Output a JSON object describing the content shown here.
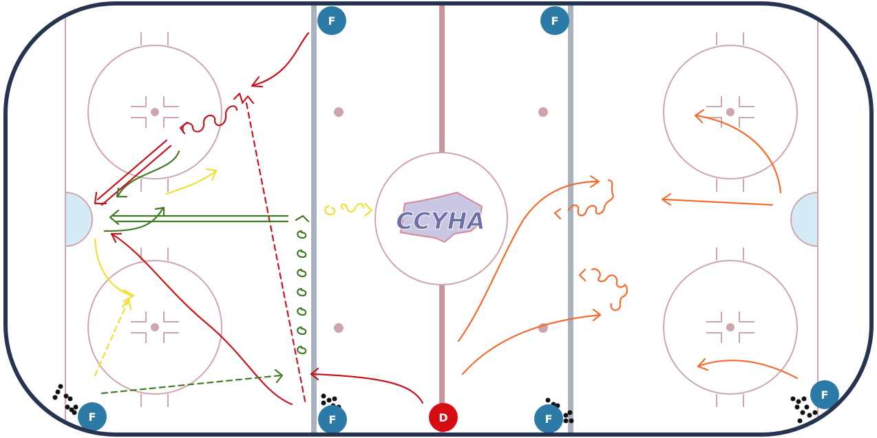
{
  "diagram": {
    "logo_text": "CCYHA",
    "colors": {
      "boards": "#26344f",
      "rink_lines": "#cfa4aa",
      "blue_line": "#a9b3bf",
      "red_line": "#c8959a",
      "crease": "#d4ebf6",
      "player_f": "#2b7ba6",
      "player_d": "#d50d12",
      "player_text": "#ffffff",
      "path_red": "#c5121b",
      "path_green": "#3f7a20",
      "path_yellow": "#f0df2c",
      "path_orange": "#f46a2a",
      "puck": "#111111"
    },
    "players": [
      {
        "id": "f-top-left-blue",
        "label": "F",
        "role": "forward"
      },
      {
        "id": "f-top-right-blue",
        "label": "F",
        "role": "forward"
      },
      {
        "id": "f-bottom-left-corner",
        "label": "F",
        "role": "forward"
      },
      {
        "id": "f-bottom-left-blue",
        "label": "F",
        "role": "forward"
      },
      {
        "id": "d-bottom-center",
        "label": "D",
        "role": "defense"
      },
      {
        "id": "f-bottom-right-blue",
        "label": "F",
        "role": "forward"
      },
      {
        "id": "f-bottom-right-corner",
        "label": "F",
        "role": "forward"
      }
    ]
  }
}
